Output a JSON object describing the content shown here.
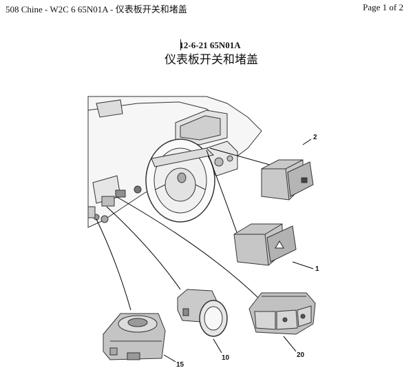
{
  "header": {
    "left_text": "508 Chine - W2C 6 65N01A - 仪表板开关和堵盖",
    "page_indicator": "Page 1 of 2"
  },
  "document": {
    "reference": "12-6-21 65N01A",
    "title": "仪表板开关和堵盖"
  },
  "figure": {
    "callouts": [
      {
        "id": "part-2",
        "label": "2"
      },
      {
        "id": "part-1",
        "label": "1"
      },
      {
        "id": "part-15",
        "label": "15"
      },
      {
        "id": "part-10",
        "label": "10"
      },
      {
        "id": "part-20",
        "label": "20"
      }
    ]
  }
}
